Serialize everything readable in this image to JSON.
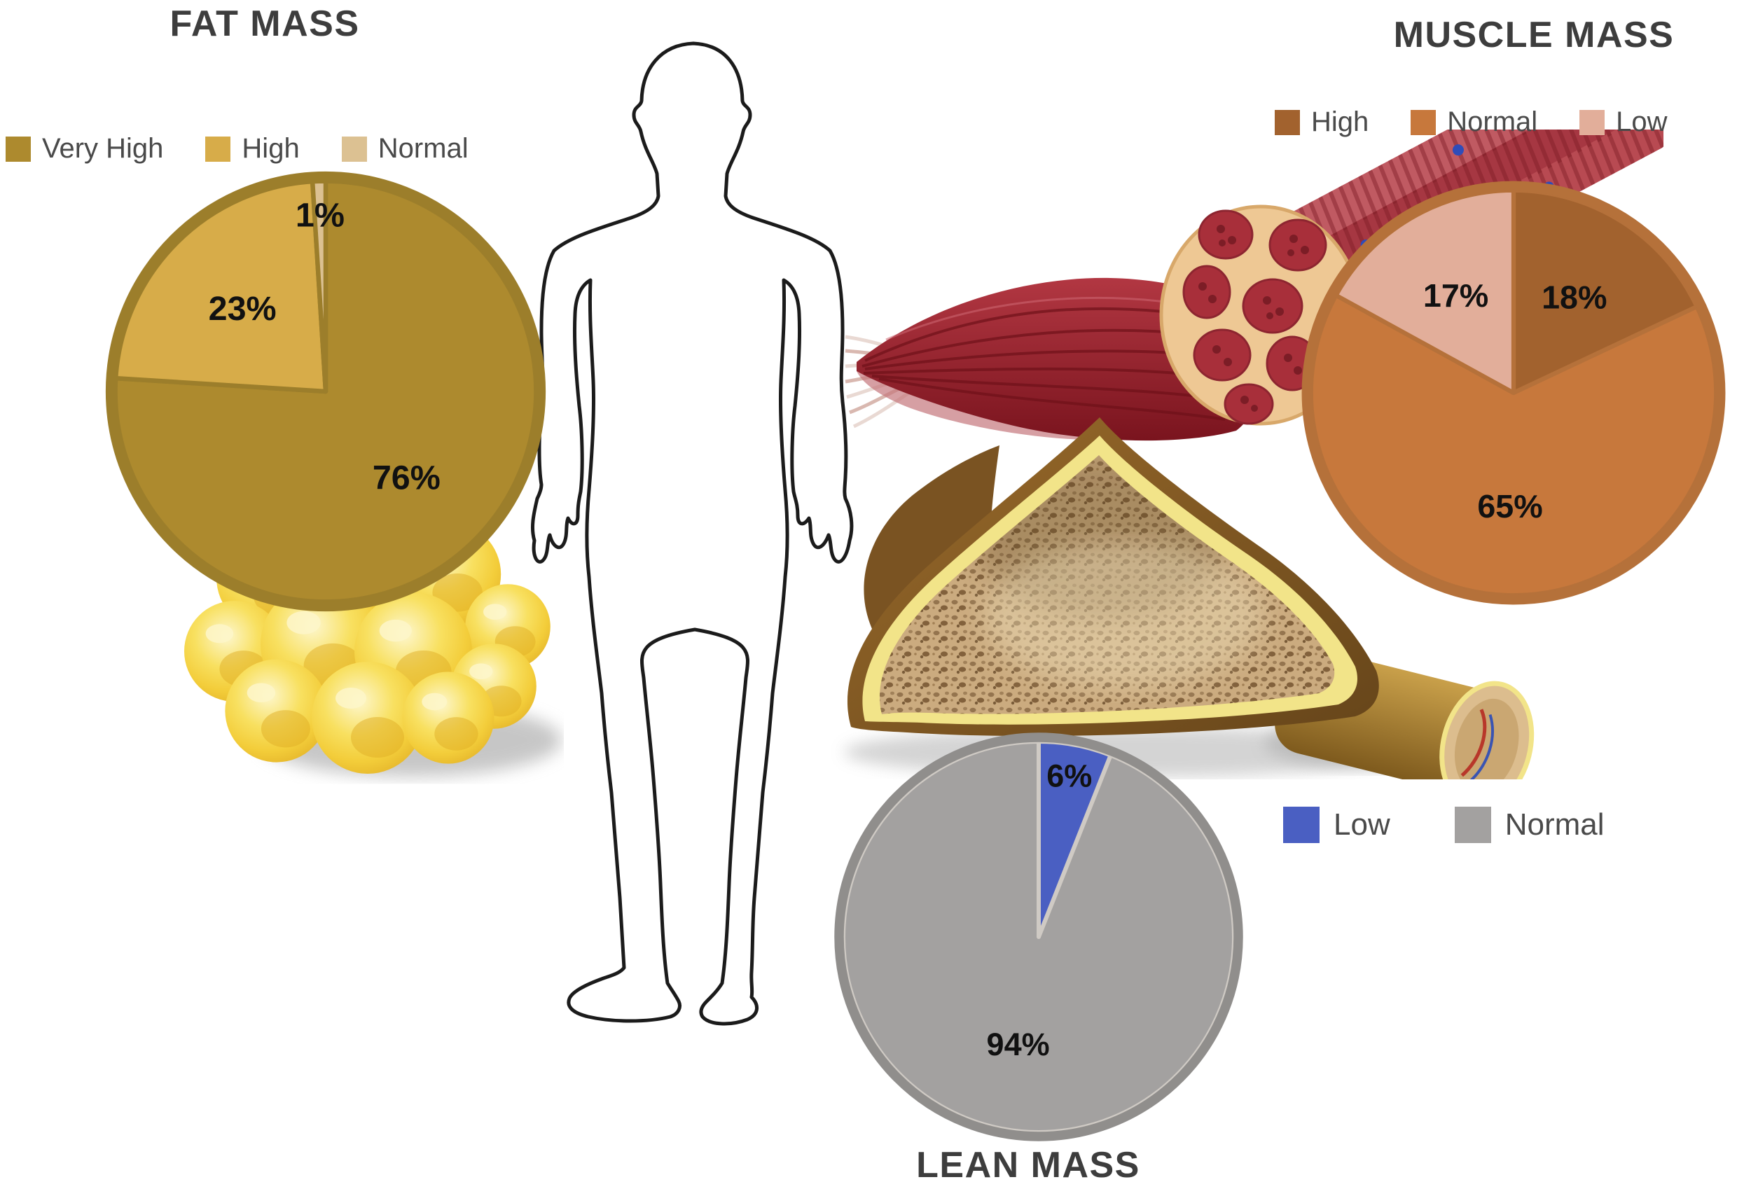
{
  "figure": {
    "background_color": "#ffffff",
    "title_color": "#3d3d3d",
    "legend_text_color": "#4a4a4a",
    "illustrations": [
      {
        "name": "human-body-outline"
      },
      {
        "name": "adipose-tissue-illustration"
      },
      {
        "name": "skeletal-muscle-illustration"
      },
      {
        "name": "bone-cross-section-illustration"
      }
    ]
  },
  "chart_data": [
    {
      "type": "pie",
      "title": "FAT MASS",
      "categories": [
        "Very High",
        "High",
        "Normal"
      ],
      "values": [
        76,
        23,
        1
      ],
      "labels": [
        "76%",
        "23%",
        "1%"
      ],
      "colors": [
        "#ad8a2e",
        "#d7ac49",
        "#dcc192"
      ],
      "rim_color": "#9c7e2b",
      "sep_color": "#9c7e2b",
      "label_color": "#111111",
      "legend_position": "top-left",
      "start_angle_deg": 0,
      "direction": "clockwise"
    },
    {
      "type": "pie",
      "title": "MUSCLE MASS",
      "categories": [
        "High",
        "Normal",
        "Low"
      ],
      "values": [
        18,
        65,
        17
      ],
      "labels": [
        "18%",
        "65%",
        "17%"
      ],
      "colors": [
        "#a2622e",
        "#c7783c",
        "#e2ae9a"
      ],
      "rim_color": "#b5713a",
      "sep_color": "#b5713a",
      "label_color": "#111111",
      "legend_position": "top",
      "start_angle_deg": 0,
      "direction": "clockwise"
    },
    {
      "type": "pie",
      "title": "LEAN MASS",
      "categories": [
        "Low",
        "Normal"
      ],
      "values": [
        6,
        94
      ],
      "labels": [
        "6%",
        "94%"
      ],
      "colors": [
        "#4a5fc2",
        "#a3a1a0"
      ],
      "rim_color": "#908e8c",
      "sep_color": "#cfcac4",
      "label_color": "#111111",
      "legend_position": "right",
      "start_angle_deg": 0,
      "direction": "clockwise"
    }
  ]
}
